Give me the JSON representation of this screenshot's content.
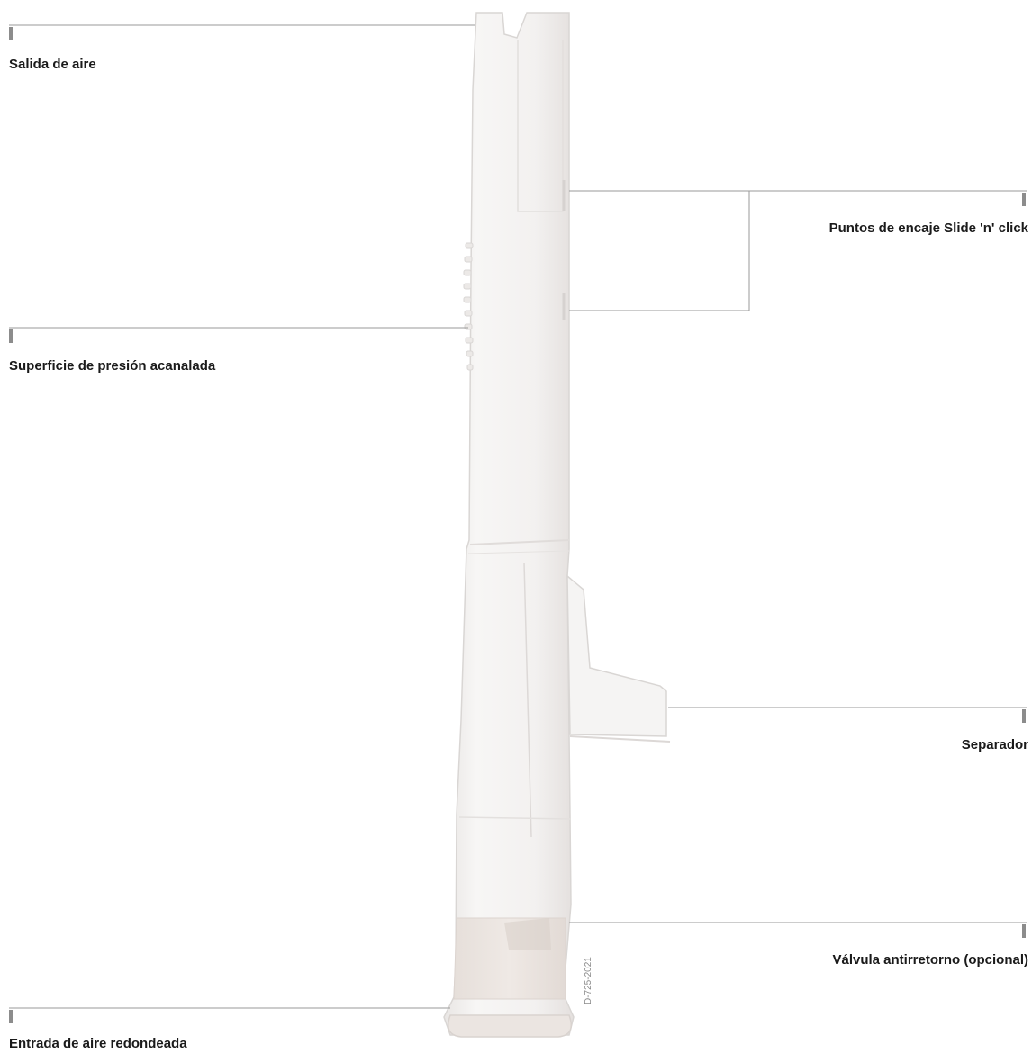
{
  "labels": {
    "air_outlet": "Salida de aire",
    "snap_points": "Puntos de encaje Slide 'n' click",
    "grip_surface": "Superficie de presión acanalada",
    "separator": "Separador",
    "check_valve": "Válvula antirretorno (opcional)",
    "air_inlet": "Entrada de aire redondeada"
  },
  "document_code": "D-725-2021",
  "colors": {
    "device_body": "#f4f3f2",
    "device_edge": "#d9d6d4",
    "valve_band": "#e7dfda",
    "leader_line": "#9a9a9a",
    "marker": "#8c8c8c",
    "text": "#1a1a1a"
  }
}
